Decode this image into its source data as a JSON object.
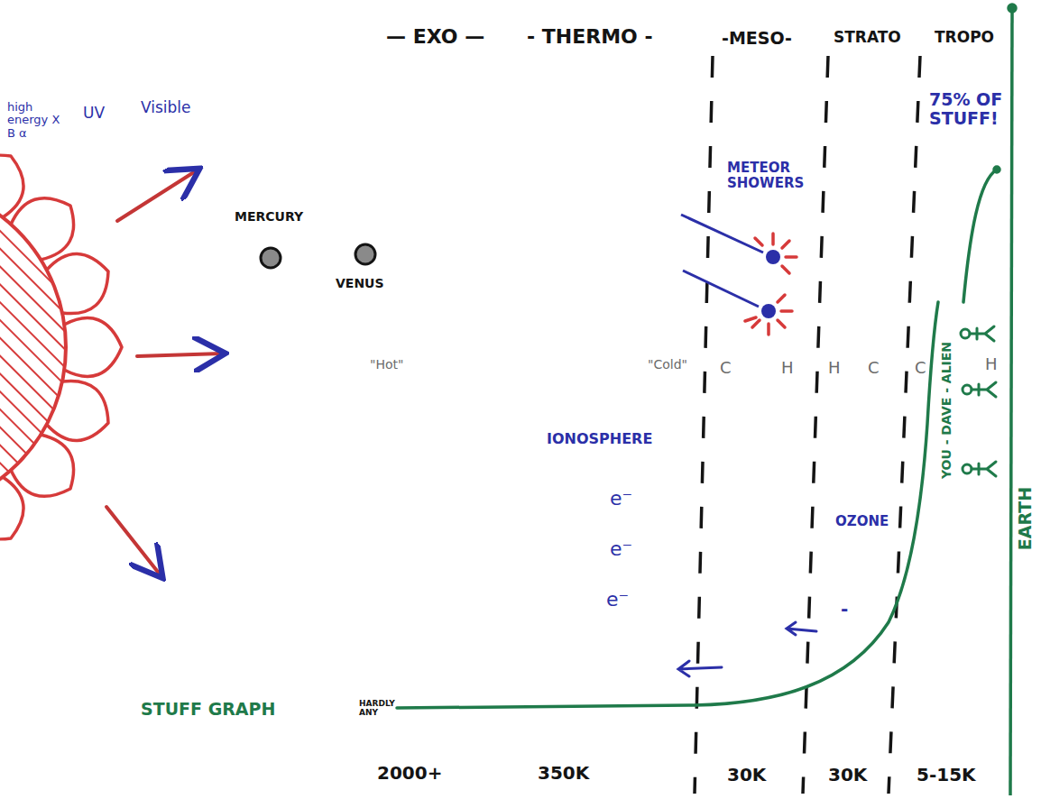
{
  "diagram": {
    "labels": [
      "high energy X B α",
      "UV",
      "Visible",
      "— EXO —",
      "- THERMO -",
      "-MESO-",
      "STRATO",
      "TROPO",
      "MERCURY",
      "VENUS",
      "\"Hot\"",
      "\"Cold\"",
      "C",
      "H",
      "H",
      "C",
      "C",
      "H",
      "METEOR SHOWERS",
      "75% OF STUFF!",
      "YOU - DAVE - ALIEN",
      "EARTH",
      "IONOSPHERE",
      "e⁻",
      "e⁻",
      "e⁻",
      "OZONE",
      "-",
      "STUFF GRAPH",
      "HARDLY ANY",
      "2000+",
      "350K",
      "30K",
      "30K",
      "5-15K"
    ]
  }
}
